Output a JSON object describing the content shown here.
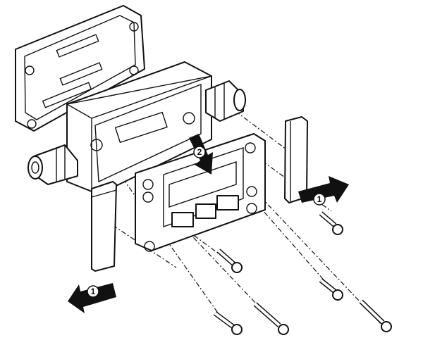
{
  "diagram": {
    "type": "exploded-assembly-view",
    "step_labels": {
      "left_cover_arrow": "1",
      "right_cover_arrow": "1",
      "board_arrow": "2"
    },
    "colors": {
      "line": "#111111",
      "background": "#ffffff"
    }
  }
}
